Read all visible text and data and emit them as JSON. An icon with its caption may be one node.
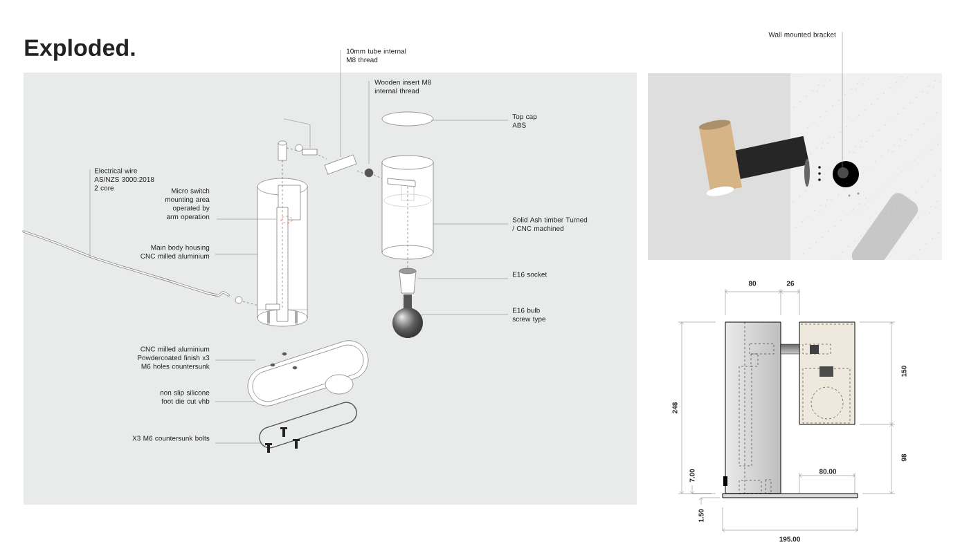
{
  "diagram": {
    "title": "Exploded.",
    "nodes": [
      {
        "text": [
          "10mm tube internal M8 thread"
        ]
      },
      {
        "text": [
          "Wooden insert M8 internal thread"
        ]
      },
      {
        "text": [
          "Top cap ABS"
        ]
      },
      {
        "text": [
          "Electrical wire AS/NZS 3000:2018 2 core"
        ]
      },
      {
        "text": [
          "Micro switch mounting area operated by arm operation"
        ]
      },
      {
        "text": [
          "Main body housing CNC milled aluminium"
        ]
      },
      {
        "text": [
          "Solid Ash timber Turned / CNC machined"
        ]
      },
      {
        "text": [
          "E16 socket"
        ]
      },
      {
        "text": [
          "E16 bulb screw type"
        ]
      },
      {
        "text": [
          "CNC milled aluminium Powdercoated finish x3 M6 holes countersunk"
        ]
      },
      {
        "text": [
          "non slip silicone foot die cut vhb"
        ]
      },
      {
        "text": [
          "X3 M6 countersunk bolts"
        ]
      },
      {
        "text": [
          "Wall mounted bracket"
        ]
      }
    ],
    "edges": [
      {
        "from": 0,
        "to": null,
        "arrow": "none"
      },
      {
        "from": 1,
        "to": null,
        "arrow": "none"
      },
      {
        "from": 2,
        "to": null,
        "arrow": "none"
      },
      {
        "from": 3,
        "to": null,
        "arrow": "none"
      },
      {
        "from": 4,
        "to": null,
        "arrow": "none"
      },
      {
        "from": 5,
        "to": null,
        "arrow": "none"
      },
      {
        "from": 6,
        "to": null,
        "arrow": "none"
      },
      {
        "from": 7,
        "to": null,
        "arrow": "none"
      },
      {
        "from": 8,
        "to": null,
        "arrow": "none"
      },
      {
        "from": 9,
        "to": null,
        "arrow": "none"
      },
      {
        "from": 10,
        "to": null,
        "arrow": "none"
      },
      {
        "from": 11,
        "to": null,
        "arrow": "none"
      },
      {
        "from": 12,
        "to": null,
        "arrow": "none"
      }
    ],
    "labels": [
      "80",
      "26",
      "150",
      "248",
      "98",
      "7.00",
      "80.00",
      "1.50",
      "195.00"
    ]
  }
}
